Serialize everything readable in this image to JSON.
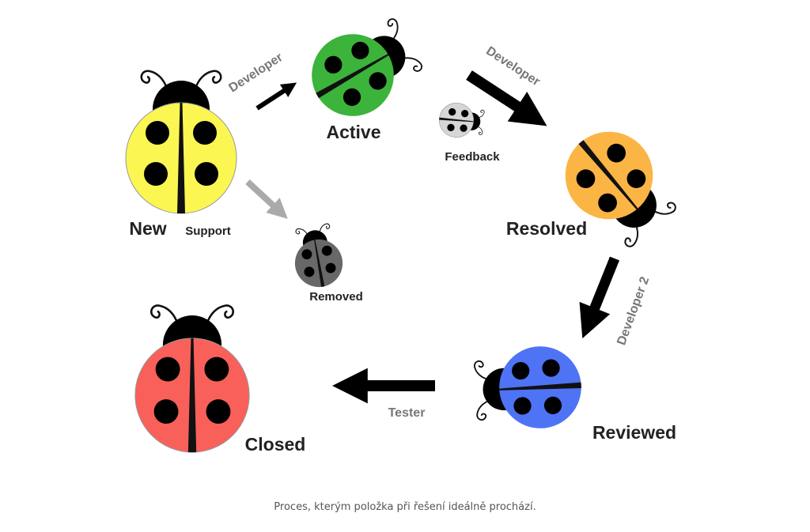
{
  "states": {
    "new": {
      "label": "New",
      "color": "#fbf652"
    },
    "active": {
      "label": "Active",
      "color": "#3cb33a"
    },
    "feedback": {
      "label": "Feedback",
      "color": "#d6d6d6"
    },
    "resolved": {
      "label": "Resolved",
      "color": "#fbb545"
    },
    "removed": {
      "label": "Removed",
      "color": "#686868"
    },
    "reviewed": {
      "label": "Reviewed",
      "color": "#4f73f5"
    },
    "closed": {
      "label": "Closed",
      "color": "#f9605a"
    }
  },
  "transitions": {
    "new_to_active": "Developer",
    "active_to_resolved": "Developer",
    "new_to_removed": "Support",
    "resolved_to_reviewed": "Developer 2",
    "reviewed_to_closed": "Tester"
  },
  "caption": "Proces, kterým položka při řešení ideálně prochází."
}
